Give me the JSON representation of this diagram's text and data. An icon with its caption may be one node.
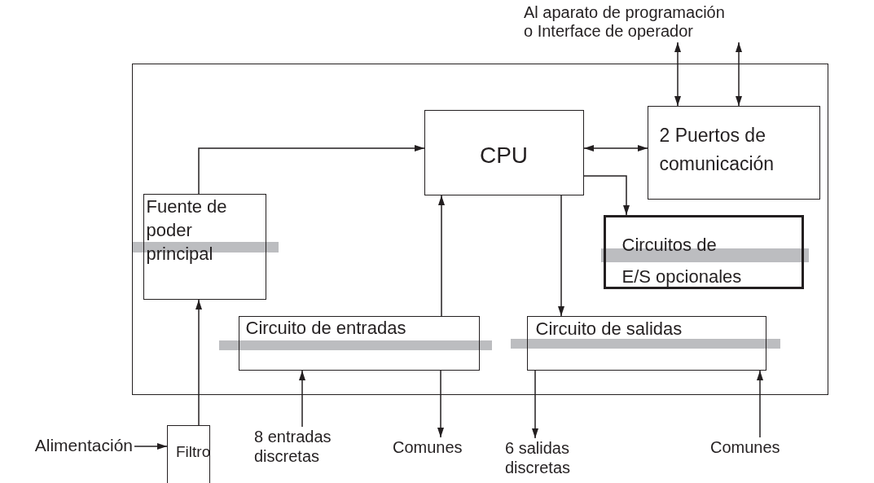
{
  "diagram": {
    "nodes": [
      {
        "text": [],
        "shape": "box"
      },
      {
        "text": [
          "CPU"
        ],
        "in": 0
      },
      {
        "text": [
          "2 Puertos de comunicación"
        ],
        "in": 0
      },
      {
        "text": [
          "Fuente de poder principal"
        ],
        "in": 0
      },
      {
        "text": [
          "Circuitos de E/S opcionales"
        ],
        "in": 0
      },
      {
        "text": [
          "Circuito de entradas"
        ],
        "in": 0
      },
      {
        "text": [
          "Circuito de salidas"
        ],
        "in": 0
      },
      {
        "text": [
          "Filtro"
        ]
      },
      {
        "text": [
          "Alimentación"
        ]
      },
      {
        "text": [
          "8 entradas discretas"
        ]
      },
      {
        "text": [
          "Comunes"
        ]
      },
      {
        "text": [
          "6 salidas discretas"
        ]
      },
      {
        "text": [
          "Comunes"
        ]
      },
      {
        "text": [
          "Al aparato de programación o Interface de operador"
        ]
      }
    ],
    "edges": [
      {
        "from": 3,
        "to": 1,
        "arrow": "to"
      },
      {
        "from": 5,
        "to": 1,
        "arrow": "to"
      },
      {
        "from": 1,
        "to": 2,
        "arrow": "both"
      },
      {
        "from": 1,
        "to": 4,
        "arrow": "to"
      },
      {
        "from": 1,
        "to": 6,
        "arrow": "to"
      },
      {
        "from": 13,
        "to": 2,
        "arrow": "both"
      },
      {
        "from": 13,
        "to": 2,
        "arrow": "both"
      },
      {
        "from": 8,
        "to": 7,
        "arrow": "to"
      },
      {
        "from": 7,
        "to": 3,
        "arrow": "to"
      },
      {
        "from": 9,
        "to": 5,
        "arrow": "to"
      },
      {
        "from": 5,
        "to": 10,
        "arrow": "to"
      },
      {
        "from": 6,
        "to": 11,
        "arrow": "to"
      },
      {
        "from": 12,
        "to": 6,
        "arrow": "to"
      }
    ]
  }
}
